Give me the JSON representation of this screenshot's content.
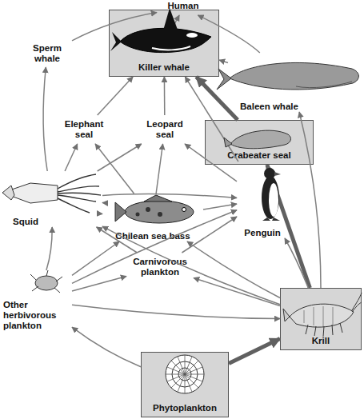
{
  "diagram": {
    "nodes": [
      {
        "text": [
          "Human"
        ]
      },
      {
        "text": [
          "Sperm whale"
        ]
      },
      {
        "text": [
          "Killer whale"
        ]
      },
      {
        "text": [
          "Baleen whale"
        ]
      },
      {
        "text": [
          "Elephant seal"
        ]
      },
      {
        "text": [
          "Leopard seal"
        ]
      },
      {
        "text": [
          "Crabeater seal"
        ]
      },
      {
        "text": [
          "Squid"
        ]
      },
      {
        "text": [
          "Chilean sea bass"
        ]
      },
      {
        "text": [
          "Penguin"
        ]
      },
      {
        "text": [
          "Carnivorous plankton"
        ]
      },
      {
        "text": [
          "Other herbivorous plankton"
        ]
      },
      {
        "text": [
          "Krill"
        ]
      },
      {
        "text": [
          "Phytoplankton"
        ]
      }
    ],
    "edges": [
      {
        "from": 1,
        "to": 0,
        "arrow": "to"
      },
      {
        "from": 2,
        "to": 0,
        "arrow": "to"
      },
      {
        "from": 3,
        "to": 0,
        "arrow": "to"
      },
      {
        "from": 4,
        "to": 2,
        "arrow": "to"
      },
      {
        "from": 5,
        "to": 2,
        "arrow": "to"
      },
      {
        "from": 6,
        "to": 2,
        "arrow": "to"
      },
      {
        "from": 3,
        "to": 2,
        "arrow": "to"
      },
      {
        "from": 9,
        "to": 2,
        "arrow": "to"
      },
      {
        "from": 7,
        "to": 1,
        "arrow": "to"
      },
      {
        "from": 7,
        "to": 4,
        "arrow": "to"
      },
      {
        "from": 7,
        "to": 5,
        "arrow": "to"
      },
      {
        "from": 7,
        "to": 8,
        "arrow": "to"
      },
      {
        "from": 8,
        "to": 7,
        "arrow": "to"
      },
      {
        "from": 8,
        "to": 5,
        "arrow": "to"
      },
      {
        "from": 8,
        "to": 4,
        "arrow": "to"
      },
      {
        "from": 8,
        "to": 9,
        "arrow": "to"
      },
      {
        "from": 7,
        "to": 9,
        "arrow": "to"
      },
      {
        "from": 9,
        "to": 5,
        "arrow": "to"
      },
      {
        "from": 10,
        "to": 7,
        "arrow": "to"
      },
      {
        "from": 10,
        "to": 9,
        "arrow": "to"
      },
      {
        "from": 11,
        "to": 7,
        "arrow": "to"
      },
      {
        "from": 11,
        "to": 8,
        "arrow": "to"
      },
      {
        "from": 11,
        "to": 10,
        "arrow": "to"
      },
      {
        "from": 11,
        "to": 9,
        "arrow": "to"
      },
      {
        "from": 12,
        "to": 3,
        "arrow": "to"
      },
      {
        "from": 12,
        "to": 6,
        "arrow": "to"
      },
      {
        "from": 12,
        "to": 9,
        "arrow": "to"
      },
      {
        "from": 12,
        "to": 10,
        "arrow": "to"
      },
      {
        "from": 12,
        "to": 7,
        "arrow": "to"
      },
      {
        "from": 12,
        "to": 8,
        "arrow": "to"
      },
      {
        "from": 13,
        "to": 12,
        "arrow": "to"
      },
      {
        "from": 13,
        "to": 11,
        "arrow": "to"
      },
      {
        "from": 11,
        "to": 12,
        "arrow": "to"
      }
    ]
  }
}
